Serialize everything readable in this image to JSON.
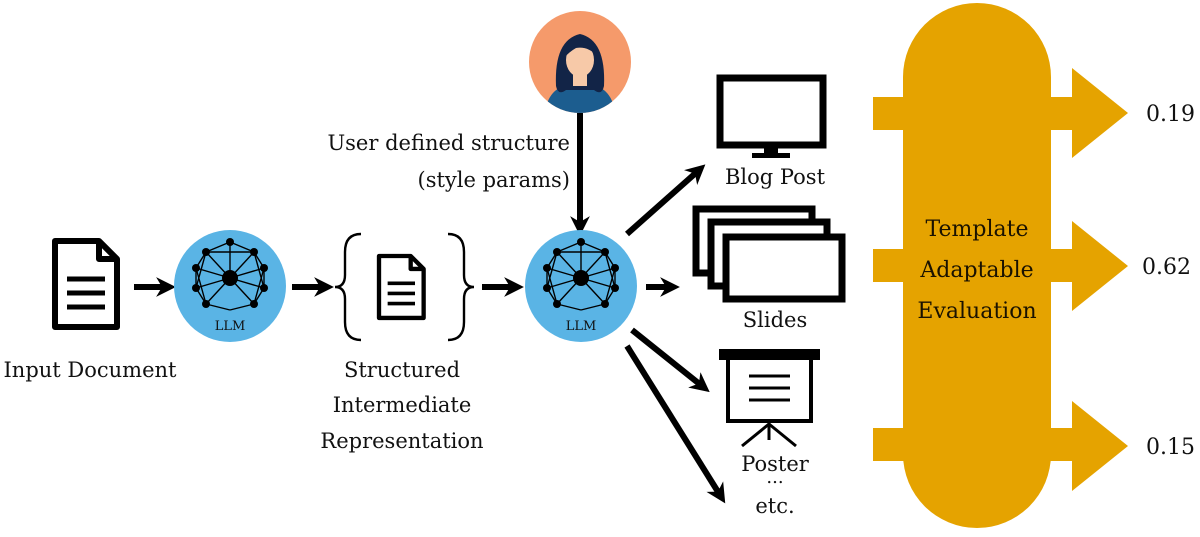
{
  "input": {
    "label": "Input Document"
  },
  "llm_left": {
    "label": "LLM"
  },
  "llm_right": {
    "label": "LLM"
  },
  "intermediate": {
    "lines": [
      "Structured",
      "Intermediate",
      "Representation"
    ]
  },
  "user": {
    "lines": [
      "User defined structure",
      "(style params)"
    ]
  },
  "outputs": {
    "blog": "Blog Post",
    "slides": "Slides",
    "poster": "Poster",
    "ellipsis": "...",
    "etc": "etc."
  },
  "evaluation": {
    "lines": [
      "Template",
      "Adaptable",
      "Evaluation"
    ]
  },
  "scores": [
    "0.19",
    "0.62",
    "0.15"
  ],
  "colors": {
    "llm_blue": "#5ab4e5",
    "eval_gold": "#e5a300",
    "avatar_bg": "#f59a6b",
    "ink": "#000000"
  }
}
